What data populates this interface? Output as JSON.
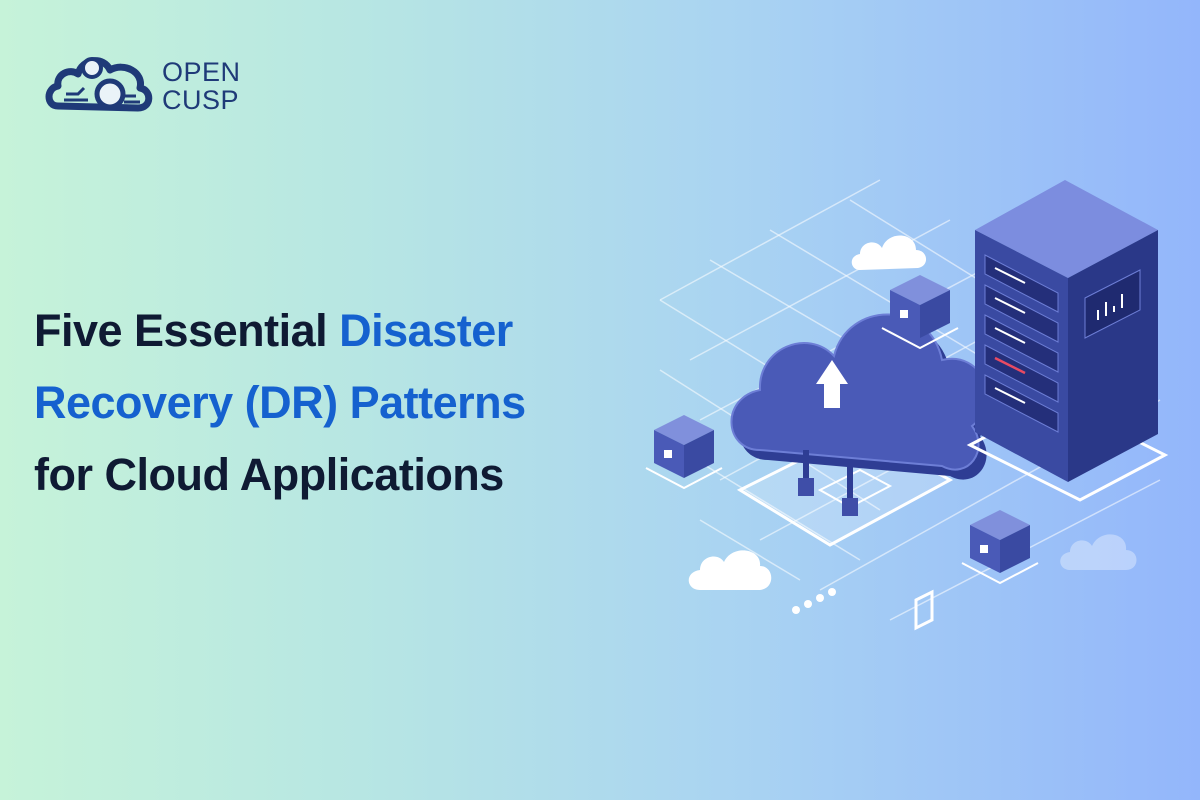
{
  "brand": {
    "name_line1": "OPEN",
    "name_line2": "CUSP"
  },
  "headline": {
    "line1_plain": "Five Essential ",
    "line1_highlight": "Disaster",
    "line2_highlight": "Recovery (DR) Patterns",
    "line3_plain": "for ",
    "line3_dark": "Cloud Applications"
  },
  "colors": {
    "headline_text": "#0f1a33",
    "headline_accent": "#1561cf",
    "logo": "#1f3a78",
    "illustration_primary": "#3f4ea8"
  },
  "illustration": {
    "icons": [
      "cloud-upload-icon",
      "server-rack-icon",
      "cube-icon",
      "cloud-icon"
    ]
  }
}
